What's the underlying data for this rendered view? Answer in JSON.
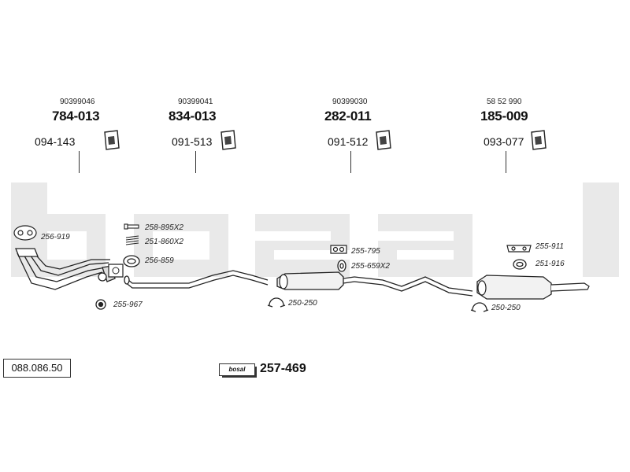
{
  "watermark": {
    "text": "bosal"
  },
  "top_parts": [
    {
      "oe": "90399046",
      "part": "784-013",
      "mount": "094-143"
    },
    {
      "oe": "90399041",
      "part": "834-013",
      "mount": "091-513"
    },
    {
      "oe": "90399030",
      "part": "282-011",
      "mount": "091-512"
    },
    {
      "oe": "58 52 990",
      "part": "185-009",
      "mount": "093-077"
    }
  ],
  "callouts": {
    "gasket_manifold": "256-919",
    "bolt": "258-895X2",
    "spring": "251-860X2",
    "ring": "256-859",
    "clamp_front": "255-967",
    "clamp_mid": "250-250",
    "mount_mid": "255-795",
    "ring_mid": "255-659X2",
    "mount_rear": "255-911",
    "ring_rear": "251-916",
    "clamp_rear": "250-250"
  },
  "footer": {
    "ref_number": "088.086.50",
    "kit_number": "257-469",
    "logo_text": "bosal"
  }
}
